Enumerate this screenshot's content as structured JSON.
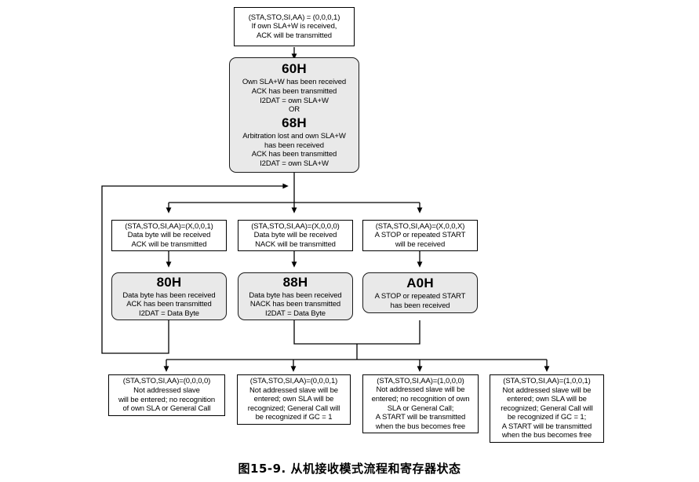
{
  "figure": {
    "caption": "图15-9. 从机接收模式流程和寄存器状态"
  },
  "nodes": {
    "entry_condition": {
      "lines": [
        "(STA,STO,SI,AA) = (0,0,0,1)",
        "If own SLA+W is received,",
        "ACK will be transmitted"
      ]
    },
    "state_60h_68h": {
      "code1": "60H",
      "lines1": [
        "Own SLA+W has been received",
        "ACK has been transmitted",
        "I2DAT = own SLA+W"
      ],
      "or": "OR",
      "code2": "68H",
      "lines2": [
        "Arbitration lost and own SLA+W",
        "has been received",
        "ACK has been transmitted",
        "I2DAT = own SLA+W"
      ]
    },
    "cond_x001": {
      "lines": [
        "(STA,STO,SI,AA)=(X,0,0,1)",
        "Data byte will be received",
        "ACK will be transmitted"
      ]
    },
    "cond_x000": {
      "lines": [
        "(STA,STO,SI,AA)=(X,0,0,0)",
        "Data byte will be received",
        "NACK will be transmitted"
      ]
    },
    "cond_x00x": {
      "lines": [
        "(STA,STO,SI,AA)=(X,0,0,X)",
        "A STOP or repeated START",
        "will be received"
      ]
    },
    "state_80h": {
      "code1": "80H",
      "lines1": [
        "Data byte has been received",
        "ACK has been transmitted",
        "I2DAT = Data Byte"
      ]
    },
    "state_88h": {
      "code1": "88H",
      "lines1": [
        "Data byte has been received",
        "NACK has been transmitted",
        "I2DAT = Data Byte"
      ]
    },
    "state_a0h": {
      "code1": "A0H",
      "lines1": [
        "A STOP or repeated START",
        "has been received"
      ]
    },
    "cond_0000": {
      "lines": [
        "(STA,STO,SI,AA)=(0,0,0,0)",
        "Not addressed slave",
        "will be entered; no recognition",
        "of own SLA or General Call"
      ]
    },
    "cond_0001": {
      "lines": [
        "(STA,STO,SI,AA)=(0,0,0,1)",
        "Not addressed slave will be",
        "entered; own SLA will be",
        "recognized; General Call will",
        "be recognized if GC = 1"
      ]
    },
    "cond_1000": {
      "lines": [
        "(STA,STO,SI,AA)=(1,0,0,0)",
        "Not addressed slave will be",
        "entered; no recognition of own",
        "SLA or General Call;",
        "A START will be transmitted",
        "when the bus becomes free"
      ]
    },
    "cond_1001": {
      "lines": [
        "(STA,STO,SI,AA)=(1,0,0,1)",
        "Not addressed slave will be",
        "entered; own SLA will be",
        "recognized; General Call will",
        "be recognized if GC = 1;",
        "A START will be transmitted",
        "when the bus becomes free"
      ]
    }
  },
  "colors": {
    "state_fill": "#e9e9e9",
    "line": "#000000",
    "box_fill": "#ffffff"
  }
}
